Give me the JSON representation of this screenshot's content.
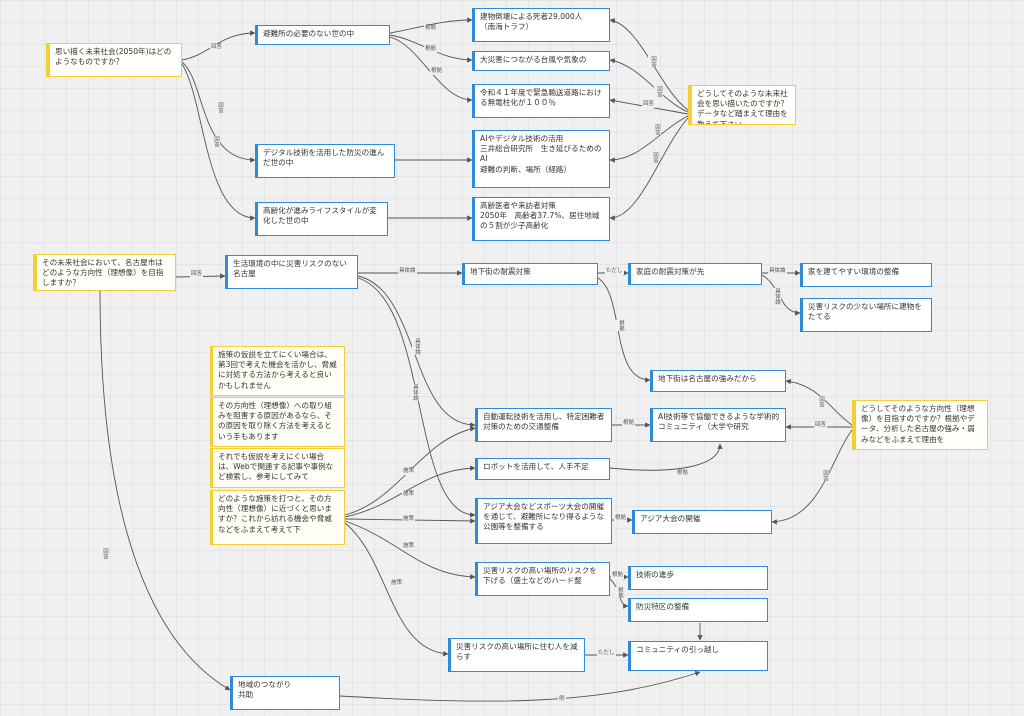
{
  "nodes": {
    "q1": "思い描く未来社会(2050年)はどのようなものですか？",
    "a1": "避難所の必要のない世の中",
    "a2": "デジタル技術を活用した防災の進んだ世の中",
    "a3": "高齢化が進みライフスタイルが変化した世の中",
    "e1": "建物倒壊による死者29,000人\n（南海トラフ）",
    "e2": "大災害につながる台風や気象の",
    "e3": "令和４１年度で緊急輸送道路における無電柱化が１００％",
    "e4": "AIやデジタル技術の活用\n三井総合研究所　生き延びるためのAI\n避難の判断、場所（経路）",
    "e5": "高齢医者や来訪者対策\n2050年　高齢者37.7%、居住地域の５割が少子高齢化",
    "q2": "どうしてそのような未来社会を思い描いたのですか？データなど踏まえて理由を教えて下さい",
    "q3": "その未来社会において、名古屋市はどのような方向性（理想像）を目指しますか？",
    "b1": "生活環境の中に災害リスクのない名古屋",
    "b2": "地域のつながり\n共助",
    "c1": "地下街の耐震対策",
    "c2": "家庭の耐震対策が先",
    "c3": "家を建てやすい環境の整備",
    "c4": "災害リスクの少ない場所に建物をたてる",
    "c5": "地下街は名古屋の強みだから",
    "d1": "自動運転技術を活用し、特定困難者対策のための交通整備",
    "d2": "AI技術等で協働できるような学術的コミュニティ（大学や研究",
    "d3": "ロボットを活用して、人手不足",
    "d4": "アジア大会などスポーツ大会の開催を通じて、避難所になり得るような公園等を整備する",
    "d5": "アジア大会の開催",
    "d6": "災害リスクの高い場所のリスクを下げる（盛土などのハード整",
    "d7": "技術の進歩",
    "d8": "防災特区の整備",
    "d9": "災害リスクの高い場所に住む人を減らす",
    "d10": "コミュニティの引っ越し",
    "q4": "どうしてそのような方向性（理想像）を目指すのですか？根拠やデータ、分析した名古屋の強み・弱みなどをふまえて理由を"
  },
  "notes": {
    "n1": "施策の仮説を立てにくい場合は、第3回で考えた機会を活かし、脅威に対処する方法から考えると良いかもしれません",
    "n2": "その方向性（理想像）への取り組みを阻害する原因があるなら、その原因を取り除く方法を考えるという手もあります",
    "n3": "それでも仮説を考えにくい場合は、Webで関連する記事や事例など検索し、参考にしてみて",
    "n4": "どのような施策を打つと、その方向性（理想像）に近づくと思いますか？これから訪れる機会や脅威などをふまえて考えて下"
  },
  "edge_labels": {
    "l_q1a1": "回答",
    "l_q1a2": "回答",
    "l_q1a3": "回答",
    "l_a1e1": "根拠",
    "l_a1e2": "根拠",
    "l_a1e3": "根拠",
    "l_q2e1": "回答",
    "l_q2e2": "回答",
    "l_q2e3": "回答",
    "l_q2e4": "回答",
    "l_q2e5": "回答",
    "l_q3b1": "回答",
    "l_q3b2": "回答",
    "l_b1c1": "具体論",
    "l_b1d1": "具体論",
    "l_b1d4": "具体論",
    "l_c1c2": "ただし",
    "l_c2c3": "具体論",
    "l_c2c4": "具体論",
    "l_c1c5": "根拠",
    "l_q4c5": "回答",
    "l_q4d2": "回答",
    "l_q4d5": "回答",
    "l_d1d2": "根拠",
    "l_d3d2": "根拠",
    "l_d4d5": "根拠",
    "l_d6d7": "根拠",
    "l_d6d8": "根拠",
    "l_d9d10": "ただし",
    "l_b2d10": "例",
    "l_n4d1": "施策",
    "l_n4d3": "施策",
    "l_n4d4": "施策",
    "l_n4d6": "施策",
    "l_n4d9": "施策"
  }
}
